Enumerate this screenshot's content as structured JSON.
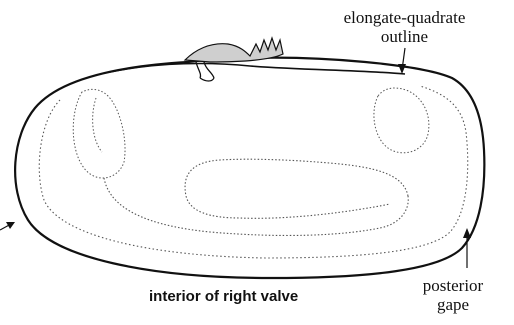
{
  "labels": {
    "outline_line1": "elongate-quadrate",
    "outline_line2": "outline",
    "posterior_line1": "posterior",
    "posterior_line2": "gape",
    "caption": "interior of right valve"
  },
  "colors": {
    "ink": "#111111",
    "stipple": "#555555",
    "background": "#ffffff"
  }
}
